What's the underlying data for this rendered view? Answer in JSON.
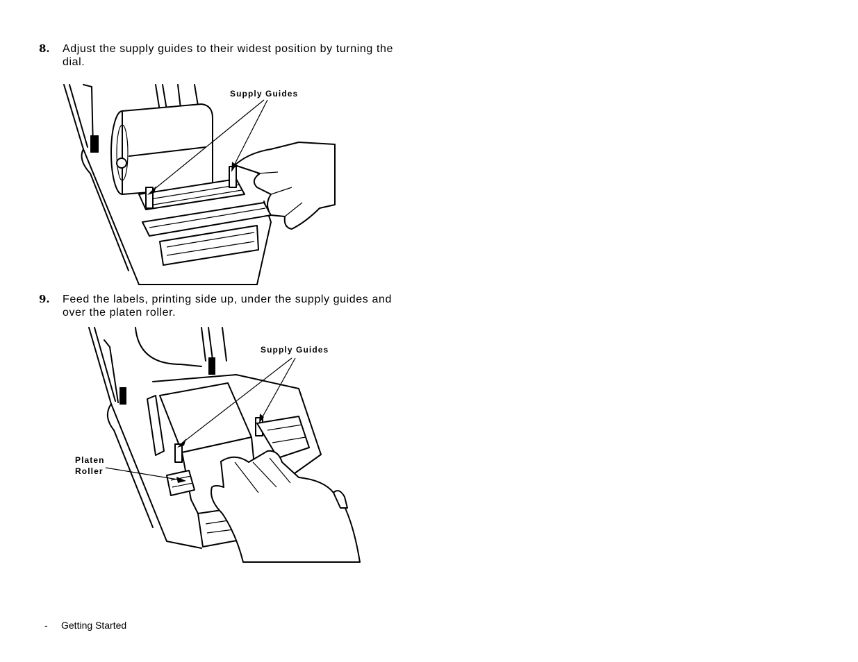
{
  "steps": [
    {
      "number": "8.",
      "text": "Adjust the supply guides to their widest position by turning the dial."
    },
    {
      "number": "9.",
      "text": "Feed the labels, printing side up, under the supply guides and over the platen roller."
    }
  ],
  "figures": [
    {
      "callouts": {
        "supply_guides": "Supply Guides"
      }
    },
    {
      "callouts": {
        "supply_guides": "Supply Guides",
        "platen_roller": "Platen\nRoller"
      }
    }
  ],
  "footer": {
    "separator": "-",
    "section": "Getting Started"
  }
}
